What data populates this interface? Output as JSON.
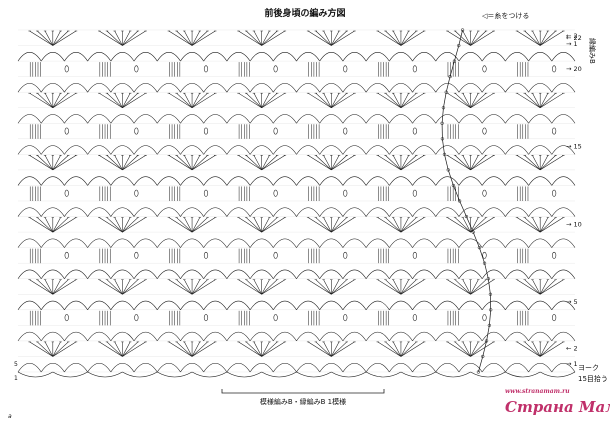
{
  "title": "前後身頃の編み方図",
  "attach_thread": "◁＝糸をつける",
  "border_label": "縁編みB",
  "yoke_label": "ヨーク",
  "yoke_pick": "15目拾う",
  "bottom_caption": "模様編みB・縁編みB 1模様",
  "row_labels": [
    {
      "text": "22",
      "dir": "left",
      "row": 22
    },
    {
      "text": "20",
      "dir": "right",
      "row": 20
    },
    {
      "text": "15",
      "dir": "right",
      "row": 15
    },
    {
      "text": "10",
      "dir": "right",
      "row": 10
    },
    {
      "text": "5",
      "dir": "right",
      "row": 5
    },
    {
      "text": "2",
      "dir": "left",
      "row": 2
    },
    {
      "text": "1",
      "dir": "right",
      "row": 1
    }
  ],
  "border_rows": [
    {
      "text": "2",
      "dir": "left"
    },
    {
      "text": "1",
      "dir": "right"
    }
  ],
  "left_markers": [
    {
      "text": "1"
    },
    {
      "text": "5"
    }
  ],
  "watermark_small": "www.stranamam.ru",
  "watermark": "Страна Мам",
  "watermark_color": "#c0306a",
  "corner_mark": "a",
  "pattern": {
    "rows": 22,
    "repeats": 8,
    "motif": "shell-and-fan lace",
    "stitch_symbols": [
      "chain",
      "double-crochet",
      "picot",
      "scallop-arc"
    ]
  }
}
